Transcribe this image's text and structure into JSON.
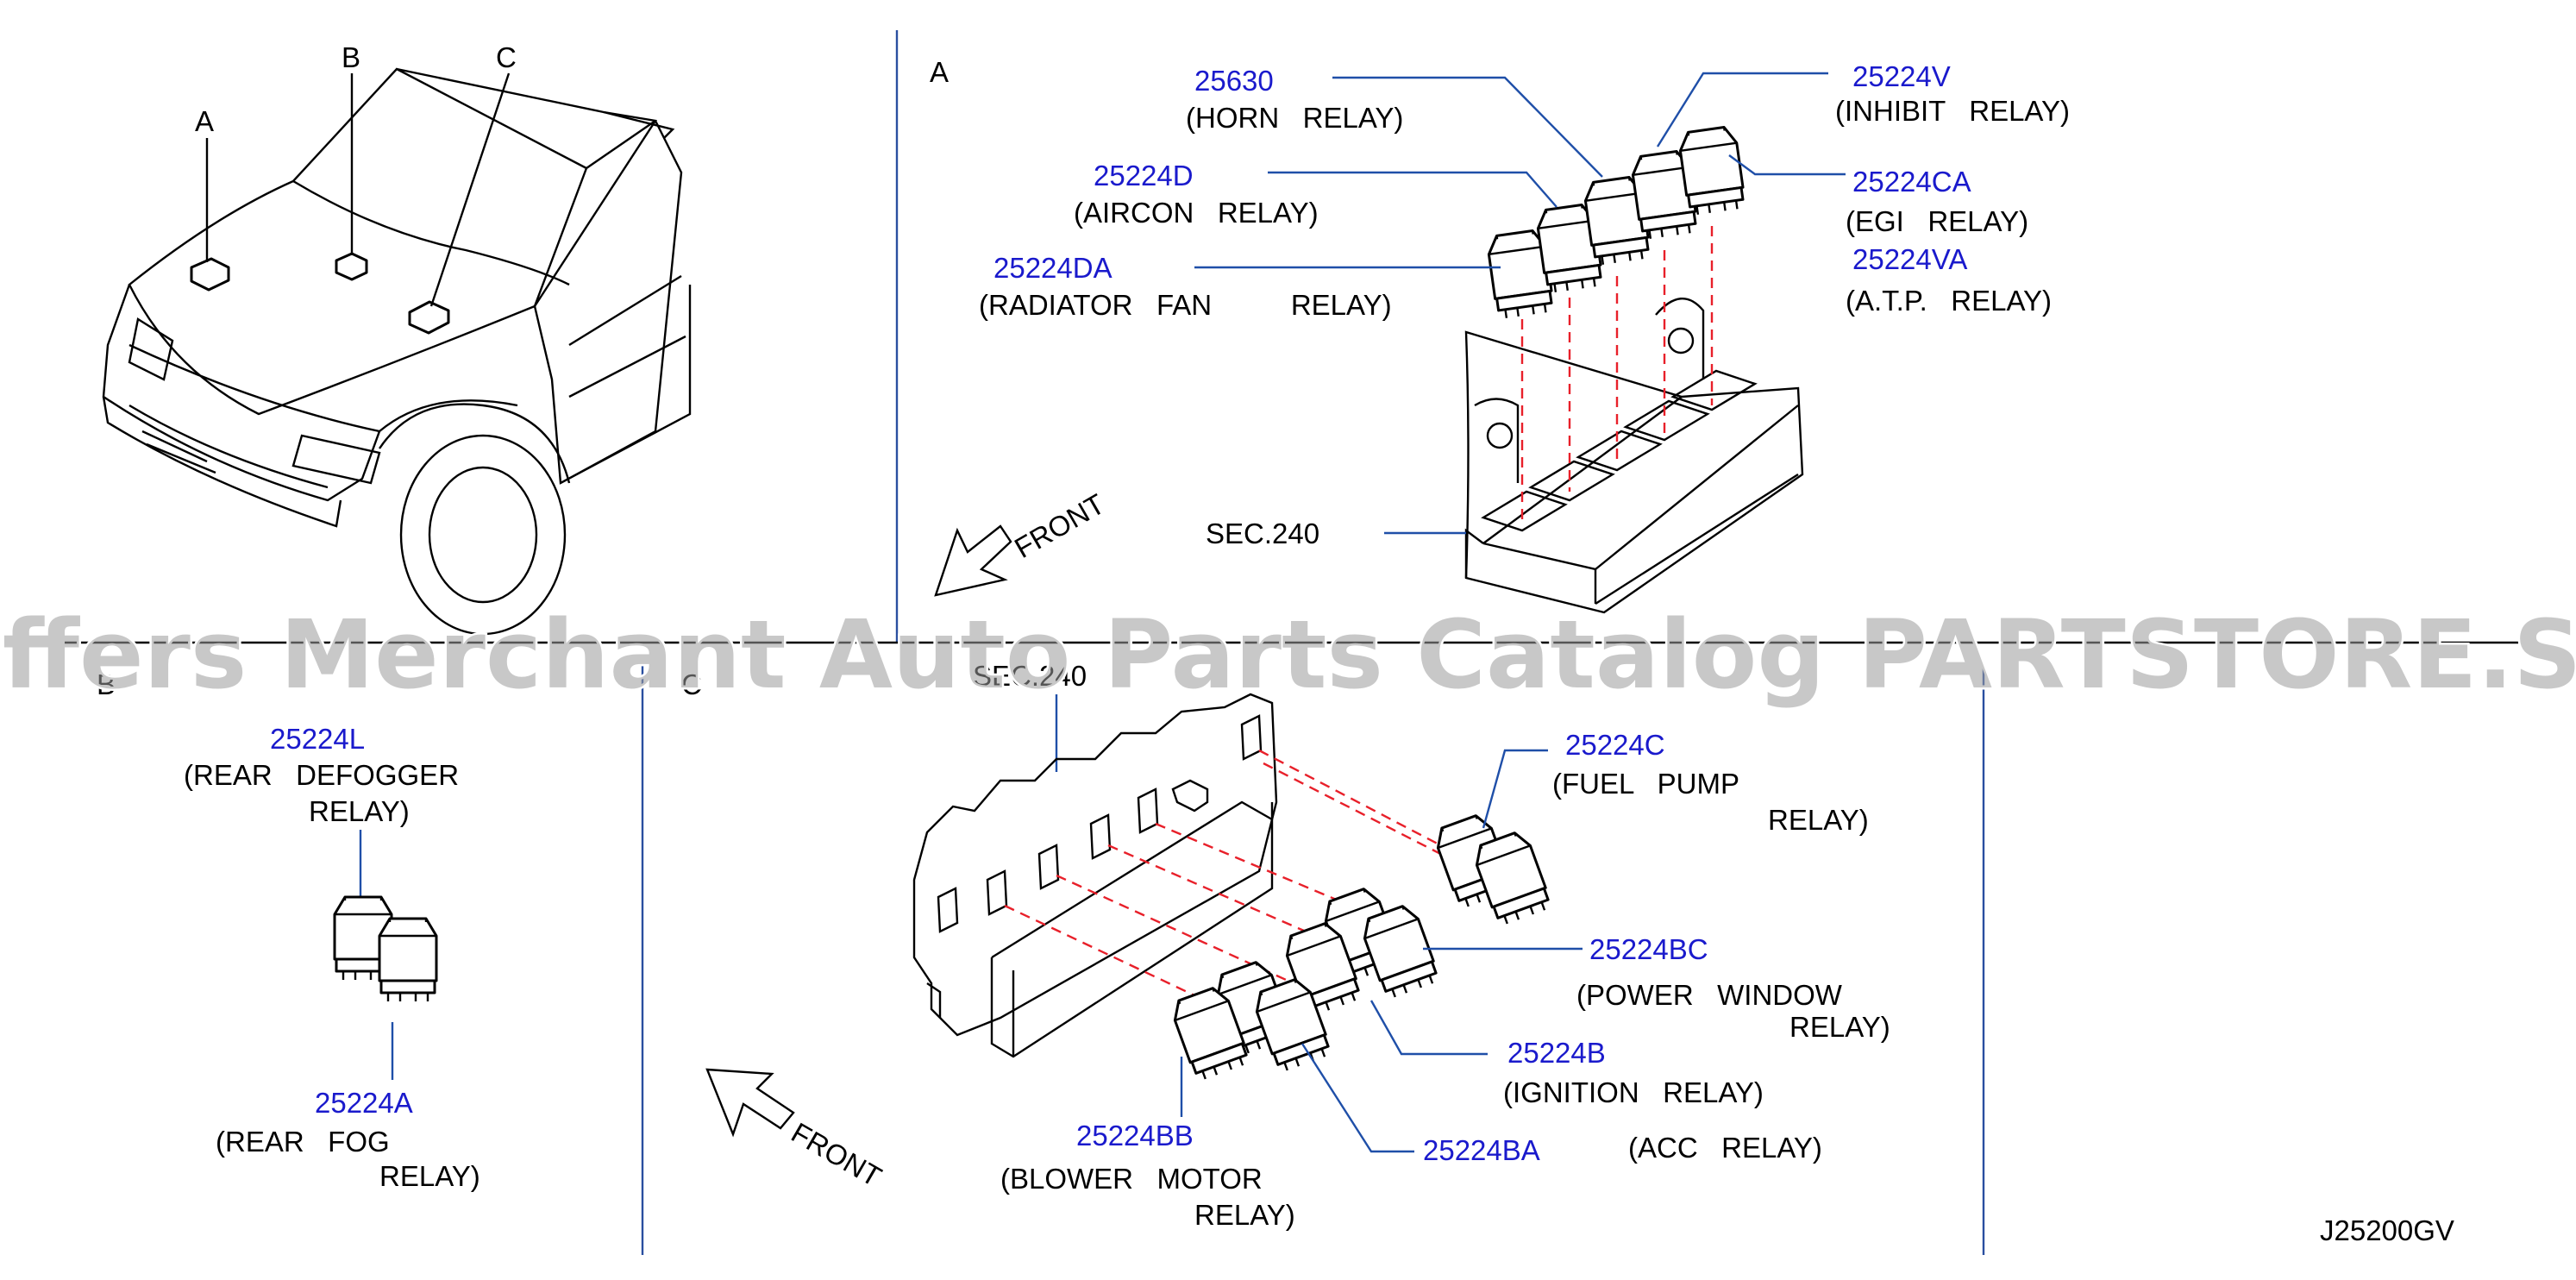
{
  "accent_color": "#1a1acc",
  "diagram_code": "J25200GV",
  "watermark": "Offers Merchant Auto Parts Catalog PARTSTORE.SA",
  "overview": {
    "labels": [
      "A",
      "B",
      "C"
    ]
  },
  "section_a": {
    "letter": "A",
    "front": "FRONT",
    "sec": "SEC.240",
    "parts": [
      {
        "pn": "25630",
        "name": "(HORN   RELAY)"
      },
      {
        "pn": "25224V",
        "name": "(INHIBIT   RELAY)"
      },
      {
        "pn": "25224D",
        "name": "(AIRCON   RELAY)"
      },
      {
        "pn": "25224CA",
        "name": "(EGI   RELAY)"
      },
      {
        "pn": "25224DA",
        "name": "(RADIATOR   FAN          RELAY)"
      },
      {
        "pn": "25224VA",
        "name": "(A.T.P.   RELAY)"
      }
    ]
  },
  "section_b": {
    "letter": "B",
    "parts": [
      {
        "pn": "25224L",
        "name_line1": "(REAR   DEFOGGER",
        "name_line2": "RELAY)"
      },
      {
        "pn": "25224A",
        "name_line1": "(REAR   FOG",
        "name_line2": "RELAY)"
      }
    ]
  },
  "section_c": {
    "letter": "C",
    "front": "FRONT",
    "sec": "SEC.240",
    "parts": [
      {
        "pn": "25224C",
        "name_line1": "(FUEL   PUMP",
        "name_line2": "RELAY)"
      },
      {
        "pn": "25224BC",
        "name_line1": "(POWER   WINDOW",
        "name_line2": "RELAY)"
      },
      {
        "pn": "25224B",
        "name_line1": "(IGNITION   RELAY)",
        "name_line2": ""
      },
      {
        "pn": "25224BA",
        "name_line1": "(ACC   RELAY)",
        "name_line2": ""
      },
      {
        "pn": "25224BB",
        "name_line1": "(BLOWER   MOTOR",
        "name_line2": "RELAY)"
      }
    ]
  }
}
